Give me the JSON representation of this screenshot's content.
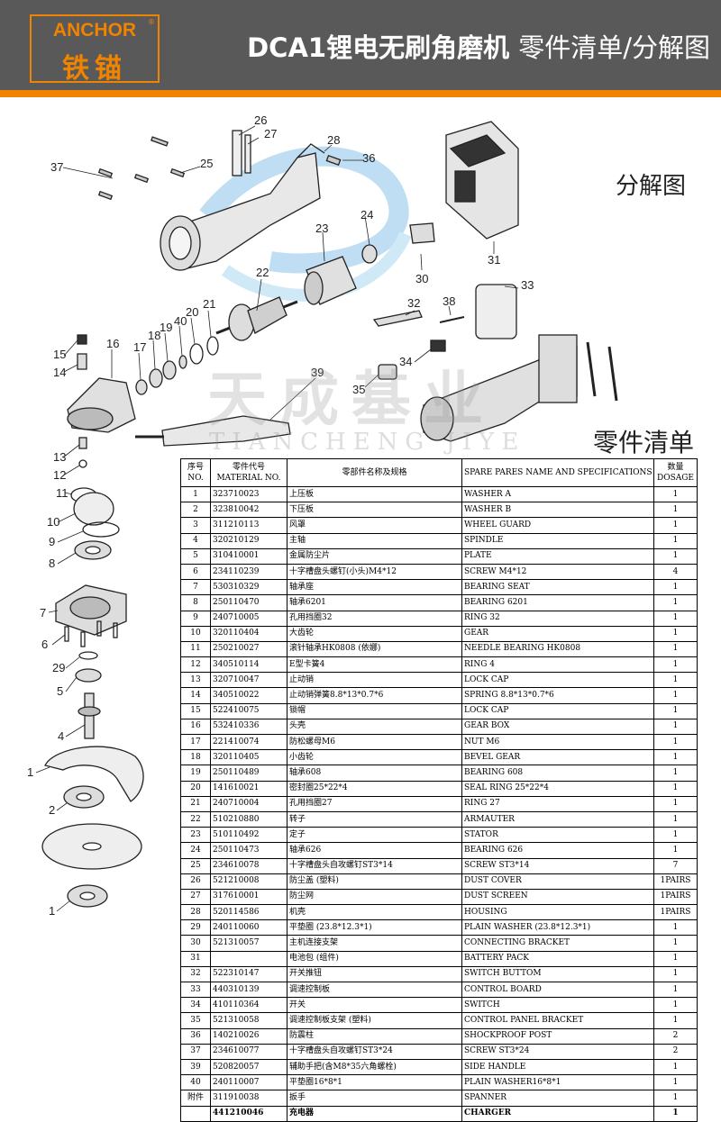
{
  "header": {
    "logo_en": "ANCHOR",
    "logo_cn": "铁锚",
    "logo_reg": "®",
    "model": "DCA1",
    "title_main": "锂电无刷角磨机",
    "title_sub": "零件清单/分解图"
  },
  "labels": {
    "exploded_view": "分解图",
    "parts_list": "零件清单"
  },
  "watermark": {
    "cn": "天成基业",
    "en": "TIANCHENG JIYE"
  },
  "callouts": [
    "1",
    "2",
    "1",
    "4",
    "5",
    "29",
    "6",
    "7",
    "8",
    "9",
    "10",
    "11",
    "12",
    "13",
    "14",
    "15",
    "16",
    "17",
    "18",
    "19",
    "40",
    "20",
    "21",
    "22",
    "23",
    "24",
    "25",
    "26",
    "27",
    "28",
    "36",
    "37",
    "30",
    "31",
    "32",
    "33",
    "34",
    "35",
    "38",
    "39"
  ],
  "table": {
    "headers": {
      "no": "序号\nNO.",
      "material": "零件代号\nMATERIAL NO.",
      "name_cn": "零部件名称及规格",
      "name_en": "SPARE PARES NAME AND SPECIFICATIONS",
      "qty": "数量\nDOSAGE"
    },
    "rows": [
      {
        "no": "1",
        "material": "323710023",
        "cn": "上压板",
        "en": "WASHER A",
        "qty": "1"
      },
      {
        "no": "2",
        "material": "323810042",
        "cn": "下压板",
        "en": "WASHER B",
        "qty": "1"
      },
      {
        "no": "3",
        "material": "311210113",
        "cn": "风罩",
        "en": "WHEEL GUARD",
        "qty": "1"
      },
      {
        "no": "4",
        "material": "320210129",
        "cn": "主轴",
        "en": "SPINDLE",
        "qty": "1"
      },
      {
        "no": "5",
        "material": "310410001",
        "cn": "金属防尘片",
        "en": "PLATE",
        "qty": "1"
      },
      {
        "no": "6",
        "material": "234110239",
        "cn": "十字槽盘头螺钉(小头)M4*12",
        "en": "SCREW M4*12",
        "qty": "4"
      },
      {
        "no": "7",
        "material": "530310329",
        "cn": "轴承座",
        "en": "BEARING SEAT",
        "qty": "1"
      },
      {
        "no": "8",
        "material": "250110470",
        "cn": "轴承6201",
        "en": "BEARING 6201",
        "qty": "1"
      },
      {
        "no": "9",
        "material": "240710005",
        "cn": "孔用挡圈32",
        "en": "RING 32",
        "qty": "1"
      },
      {
        "no": "10",
        "material": "320110404",
        "cn": "大齿轮",
        "en": "GEAR",
        "qty": "1"
      },
      {
        "no": "11",
        "material": "250210027",
        "cn": "滚针轴承HK0808 (依娜)",
        "en": "NEEDLE BEARING HK0808",
        "qty": "1"
      },
      {
        "no": "12",
        "material": "340510114",
        "cn": "E型卡簧4",
        "en": "RING 4",
        "qty": "1"
      },
      {
        "no": "13",
        "material": "320710047",
        "cn": "止动销",
        "en": "LOCK CAP",
        "qty": "1"
      },
      {
        "no": "14",
        "material": "340510022",
        "cn": "止动销弹簧8.8*13*0.7*6",
        "en": "SPRING 8.8*13*0.7*6",
        "qty": "1"
      },
      {
        "no": "15",
        "material": "522410075",
        "cn": "锁帽",
        "en": "LOCK CAP",
        "qty": "1"
      },
      {
        "no": "16",
        "material": "532410336",
        "cn": "头壳",
        "en": "GEAR BOX",
        "qty": "1"
      },
      {
        "no": "17",
        "material": "221410074",
        "cn": "防松螺母M6",
        "en": "NUT M6",
        "qty": "1"
      },
      {
        "no": "18",
        "material": "320110405",
        "cn": "小齿轮",
        "en": "BEVEL GEAR",
        "qty": "1"
      },
      {
        "no": "19",
        "material": "250110489",
        "cn": "轴承608",
        "en": "BEARING 608",
        "qty": "1"
      },
      {
        "no": "20",
        "material": "141610021",
        "cn": "密封圈25*22*4",
        "en": "SEAL RING 25*22*4",
        "qty": "1"
      },
      {
        "no": "21",
        "material": "240710004",
        "cn": "孔用挡圈27",
        "en": "RING 27",
        "qty": "1"
      },
      {
        "no": "22",
        "material": "510210880",
        "cn": "转子",
        "en": "ARMAUTER",
        "qty": "1"
      },
      {
        "no": "23",
        "material": "510110492",
        "cn": "定子",
        "en": "STATOR",
        "qty": "1"
      },
      {
        "no": "24",
        "material": "250110473",
        "cn": "轴承626",
        "en": "BEARING 626",
        "qty": "1"
      },
      {
        "no": "25",
        "material": "234610078",
        "cn": "十字槽盘头自攻螺钉ST3*14",
        "en": "SCREW ST3*14",
        "qty": "7"
      },
      {
        "no": "26",
        "material": "521210008",
        "cn": "防尘盖 (塑料)",
        "en": "DUST COVER",
        "qty": "1PAIRS"
      },
      {
        "no": "27",
        "material": "317610001",
        "cn": "防尘网",
        "en": "DUST SCREEN",
        "qty": "1PAIRS"
      },
      {
        "no": "28",
        "material": "520114586",
        "cn": "机壳",
        "en": "HOUSING",
        "qty": "1PAIRS"
      },
      {
        "no": "29",
        "material": "240110060",
        "cn": "平垫圈 (23.8*12.3*1)",
        "en": "PLAIN WASHER (23.8*12.3*1)",
        "qty": "1"
      },
      {
        "no": "30",
        "material": "521310057",
        "cn": "主机连接支架",
        "en": "CONNECTING BRACKET",
        "qty": "1"
      },
      {
        "no": "31",
        "material": "",
        "cn": "电池包 (组件)",
        "en": "BATTERY PACK",
        "qty": "1"
      },
      {
        "no": "32",
        "material": "522310147",
        "cn": "开关推钮",
        "en": "SWITCH BUTTOM",
        "qty": "1"
      },
      {
        "no": "33",
        "material": "440310139",
        "cn": "调速控制板",
        "en": "CONTROL BOARD",
        "qty": "1"
      },
      {
        "no": "34",
        "material": "410110364",
        "cn": "开关",
        "en": "SWITCH",
        "qty": "1"
      },
      {
        "no": "35",
        "material": "521310058",
        "cn": "调速控制板支架 (塑料)",
        "en": "CONTROL PANEL BRACKET",
        "qty": "1"
      },
      {
        "no": "36",
        "material": "140210026",
        "cn": "防震柱",
        "en": "SHOCKPROOF POST",
        "qty": "2"
      },
      {
        "no": "37",
        "material": "234610077",
        "cn": "十字槽盘头自攻螺钉ST3*24",
        "en": "SCREW ST3*24",
        "qty": "2"
      },
      {
        "no": "39",
        "material": "520820057",
        "cn": "辅助手把(含M8*35六角螺栓)",
        "en": "SIDE HANDLE",
        "qty": "1"
      },
      {
        "no": "40",
        "material": "240110007",
        "cn": "平垫圈16*8*1",
        "en": "PLAIN WASHER16*8*1",
        "qty": "1"
      },
      {
        "no": "附件",
        "material": "311910038",
        "cn": "扳手",
        "en": "SPANNER",
        "qty": "1"
      },
      {
        "no": "",
        "material": "441210046",
        "cn": "充电器",
        "en": "CHARGER",
        "qty": "1",
        "bold": true
      }
    ]
  }
}
